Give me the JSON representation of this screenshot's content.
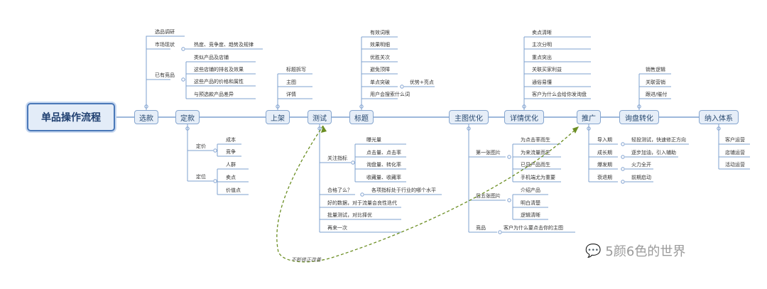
{
  "root": "单品操作流程",
  "stages": [
    "选款",
    "定款",
    "上架",
    "测试",
    "标题",
    "主图优化",
    "详情优化",
    "推广",
    "询盘转化",
    "纳入体系"
  ],
  "xuankuan": {
    "items": [
      "选品调研",
      "市场现状",
      "已有竞品"
    ],
    "shichang_detail": "热度、竞争度、趋势及规律",
    "jingpin_items": [
      "类似产品及店铺",
      "这些店铺的排名及效果",
      "这些产品的价格和属性",
      "与预选款产品差异"
    ]
  },
  "dingkuan": {
    "dingjia": "定价",
    "dingjia_items": [
      "成本",
      "竞争"
    ],
    "dingwei": "定位",
    "dingwei_items": [
      "人群",
      "卖点",
      "价值点"
    ]
  },
  "shangjia": [
    "标题拆写",
    "主图",
    "详情"
  ],
  "ceshi": {
    "guanzhu": "关注指标",
    "guanzhu_items": [
      "曝光量",
      "点击量、点击率",
      "询盘量、转化率",
      "收藏量、收藏率"
    ],
    "hege": "合格了么？",
    "hege_detail": "各项指标处于行业的哪个水平",
    "others": [
      "好的数据，对于流量会良性迭代",
      "批量测试，对比择优",
      "再来一次"
    ]
  },
  "biaoti": {
    "items": [
      "有效词根",
      "效果明细",
      "优胜关次",
      "避免顶障",
      "单点突破",
      "用户会搜索什么词"
    ],
    "tupo_detail": "优势+亮点"
  },
  "zhutu": {
    "diyi": "第一张图片",
    "diyi_items": [
      "为点击率而生",
      "为来流量而生",
      "已显产品而生",
      "手机端尤为重要"
    ],
    "dier": "后五张图片",
    "dier_items": [
      "介绍产品",
      "明白清楚",
      "逻辑清晰"
    ],
    "jingpin": "竞品",
    "jingpin_detail": "客户为什么要点击你的主图"
  },
  "xiangqing": [
    "卖点清晰",
    "主次分明",
    "重点突出",
    "关联买家利益",
    "通俗易懂",
    "客户为什么会给你发询盘"
  ],
  "tuiguang": {
    "items": [
      "导入期",
      "成长期",
      "爆发期",
      "衰退期"
    ],
    "details": [
      "轻投测试，快速修正方向",
      "逐步加油，引入辅助",
      "火力全开",
      "前期启动"
    ]
  },
  "xunpan": [
    "销售逻辑",
    "关联营销",
    "跟进/催付"
  ],
  "nairu": [
    "客户运营",
    "店铺运营",
    "活动运营"
  ],
  "annotation": "不断修正改善",
  "watermark": "5颜6色的世界",
  "colors": {
    "line": "#7ea0cf",
    "loop": "#6b8e23",
    "node_fill": "#e6eef8",
    "node_border": "#86a6cf"
  }
}
